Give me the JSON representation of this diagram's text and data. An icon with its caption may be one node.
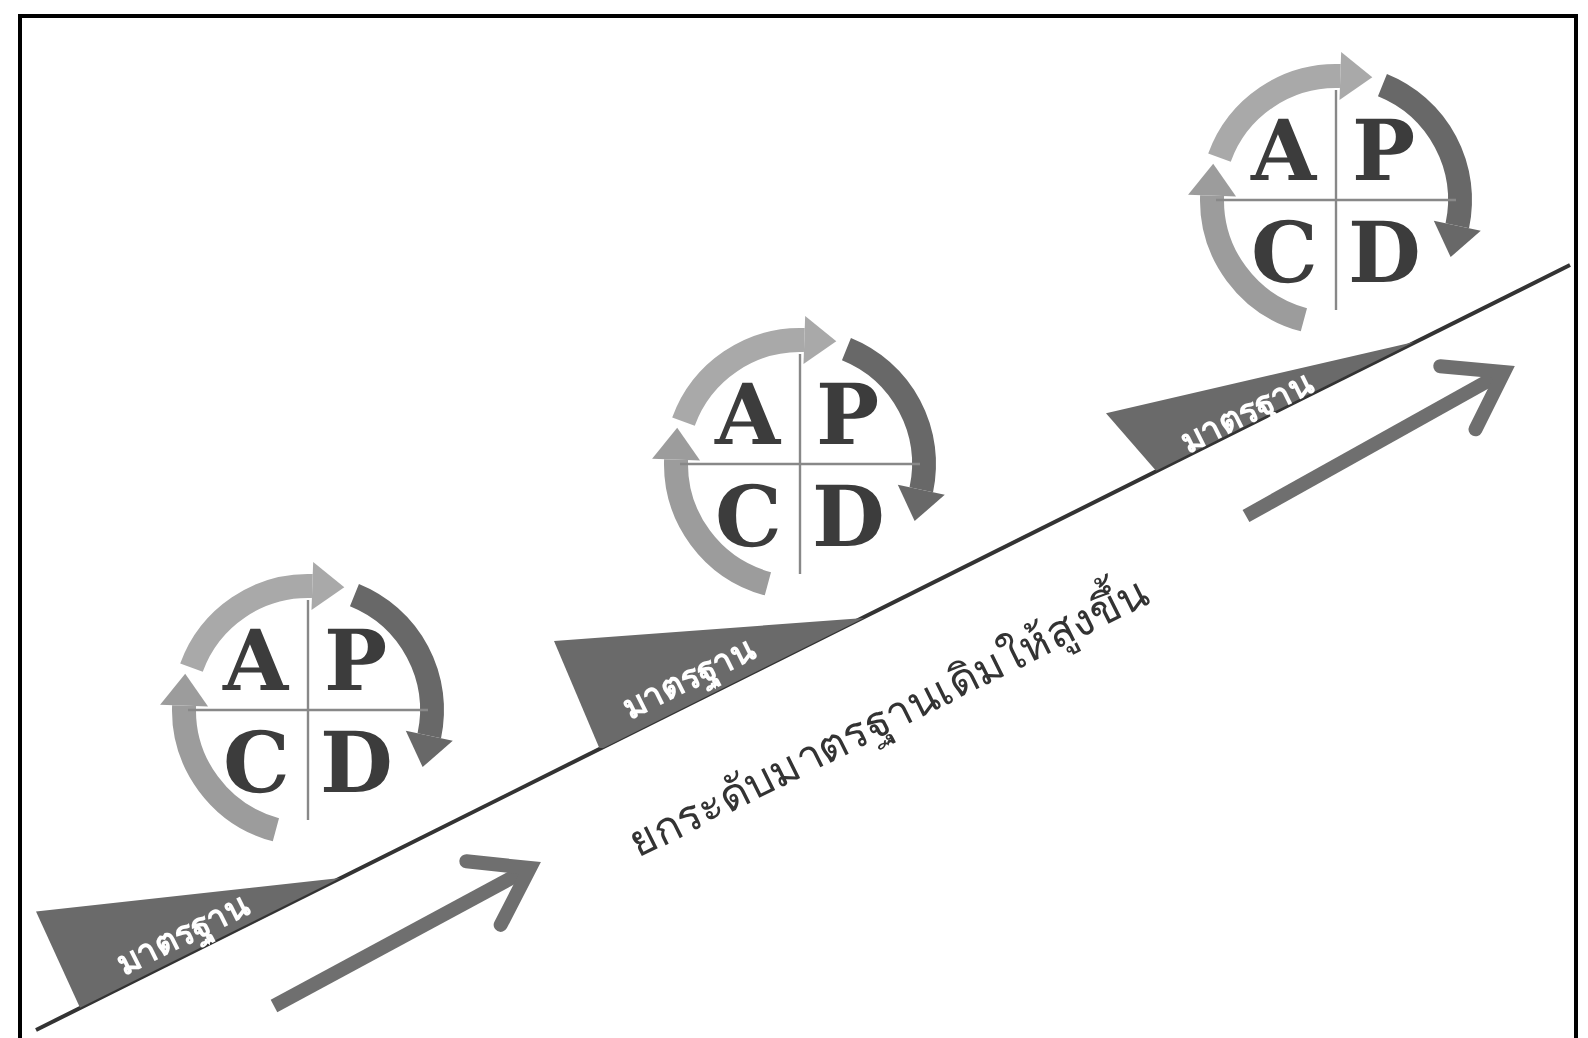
{
  "diagram": {
    "nodes": [
      {
        "text": [
          "มาตรฐาน"
        ]
      },
      {
        "text": [
          "มาตรฐาน"
        ]
      },
      {
        "text": [
          "มาตรฐาน"
        ]
      }
    ],
    "labels": [
      "A",
      "P",
      "C",
      "D",
      "A",
      "P",
      "C",
      "D",
      "A",
      "P",
      "C",
      "D",
      "ยกระดับมาตรฐานเดิมให้สูงขึ้น"
    ]
  }
}
